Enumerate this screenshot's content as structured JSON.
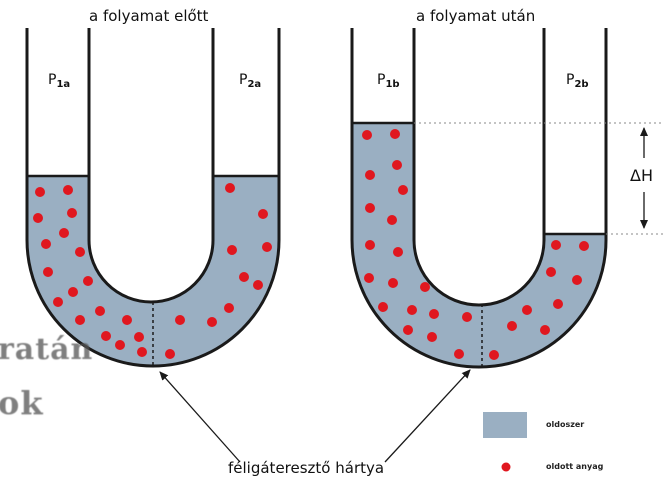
{
  "titles": {
    "before": "a folyamat előtt",
    "after": "a folyamat után"
  },
  "pressure_labels": {
    "p1a": {
      "base": "P",
      "sub": "1a"
    },
    "p2a": {
      "base": "P",
      "sub": "2a"
    },
    "p1b": {
      "base": "P",
      "sub": "1b"
    },
    "p2b": {
      "base": "P",
      "sub": "2b"
    }
  },
  "delta_h_label": "ΔH",
  "membrane_label": "féligáteresztő hártya",
  "background_fragments": {
    "line1": "ratán",
    "line2": "ok"
  },
  "legend": {
    "solvent_label": "oldoszer",
    "solute_label": "oldott anyag"
  },
  "colors": {
    "liquid": "#9aafc2",
    "particle": "#e0171f",
    "outline": "#1a1a1a"
  }
}
